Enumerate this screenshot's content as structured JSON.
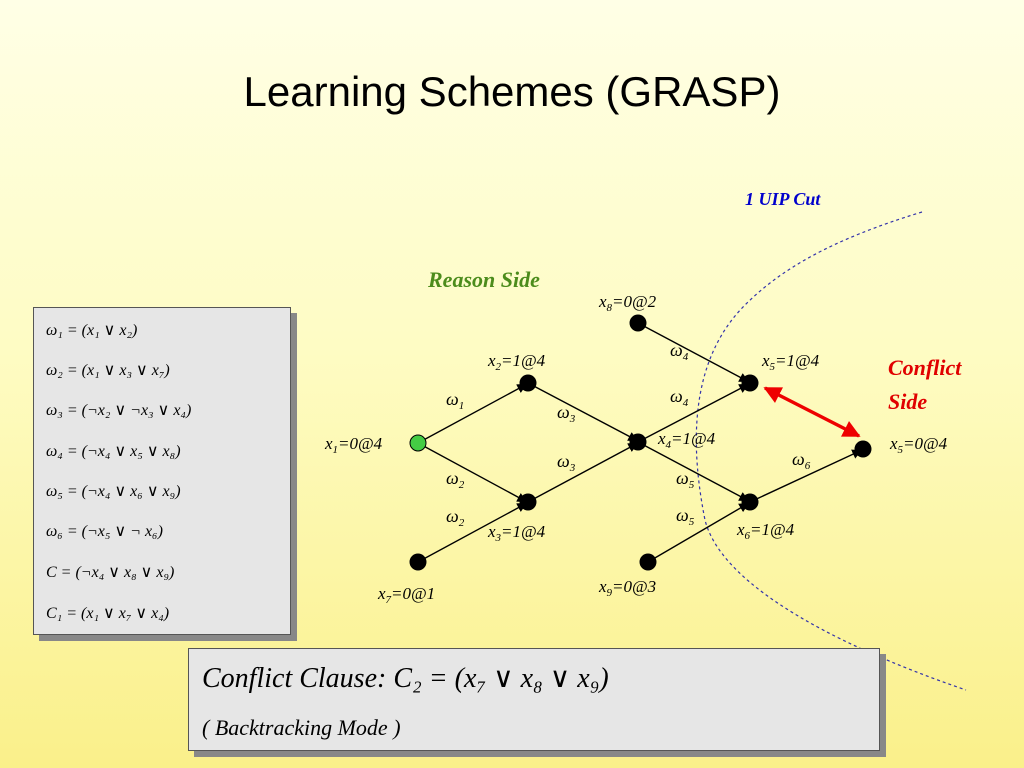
{
  "title": "Learning Schemes (GRASP)",
  "labels": {
    "uip": "1 UIP Cut",
    "reason_side": "Reason Side",
    "conflict_side_1": "Conflict",
    "conflict_side_2": "Side"
  },
  "nodes": [
    {
      "id": "x1",
      "var": "x",
      "sub": "1",
      "val": "=0@4"
    },
    {
      "id": "x2",
      "var": "x",
      "sub": "2",
      "val": "=1@4"
    },
    {
      "id": "x3",
      "var": "x",
      "sub": "3",
      "val": "=1@4"
    },
    {
      "id": "x4",
      "var": "x",
      "sub": "4",
      "val": "=1@4"
    },
    {
      "id": "x5t",
      "var": "x",
      "sub": "5",
      "val": "=1@4"
    },
    {
      "id": "x5b",
      "var": "x",
      "sub": "5",
      "val": "=0@4"
    },
    {
      "id": "x6",
      "var": "x",
      "sub": "6",
      "val": "=1@4"
    },
    {
      "id": "x7",
      "var": "x",
      "sub": "7",
      "val": "=0@1"
    },
    {
      "id": "x8",
      "var": "x",
      "sub": "8",
      "val": "=0@2"
    },
    {
      "id": "x9",
      "var": "x",
      "sub": "9",
      "val": "=0@3"
    }
  ],
  "edge_labels": [
    {
      "sym": "ω",
      "sub": "1"
    },
    {
      "sym": "ω",
      "sub": "2"
    },
    {
      "sym": "ω",
      "sub": "2"
    },
    {
      "sym": "ω",
      "sub": "3"
    },
    {
      "sym": "ω",
      "sub": "3"
    },
    {
      "sym": "ω",
      "sub": "4"
    },
    {
      "sym": "ω",
      "sub": "4"
    },
    {
      "sym": "ω",
      "sub": "5"
    },
    {
      "sym": "ω",
      "sub": "5"
    },
    {
      "sym": "ω",
      "sub": "6"
    }
  ],
  "clauses": [
    "ω₁ = (x₁ ∨ x₂)",
    "ω₂ = (x₁ ∨ x₃ ∨ x₇)",
    "ω₃ = (¬x₂ ∨ ¬x₃ ∨ x₄)",
    "ω₄ = (¬x₄ ∨ x₅ ∨ x₈)",
    "ω₅ = (¬x₄ ∨ x₆ ∨ x₉)",
    "ω₆ = (¬x₅ ∨ ¬ x₆)",
    "C = (¬x₄ ∨  x₈ ∨  x₉)",
    "C₁ = (x₁ ∨ x₇ ∨ x₄)"
  ],
  "conflict_clause": {
    "line": "Conflict Clause: C₂ = (x₇ ∨ x₈ ∨ x₉)",
    "mode": "( Backtracking Mode )"
  },
  "colors": {
    "edge": "#000000",
    "start_node": "#44cc44",
    "node": "#000000",
    "uip_label": "#0000cc",
    "cut_line": "#3333aa",
    "reason_side": "#4c8c1c",
    "conflict_side": "#e00000",
    "conflict_arrow": "#ee0000"
  }
}
